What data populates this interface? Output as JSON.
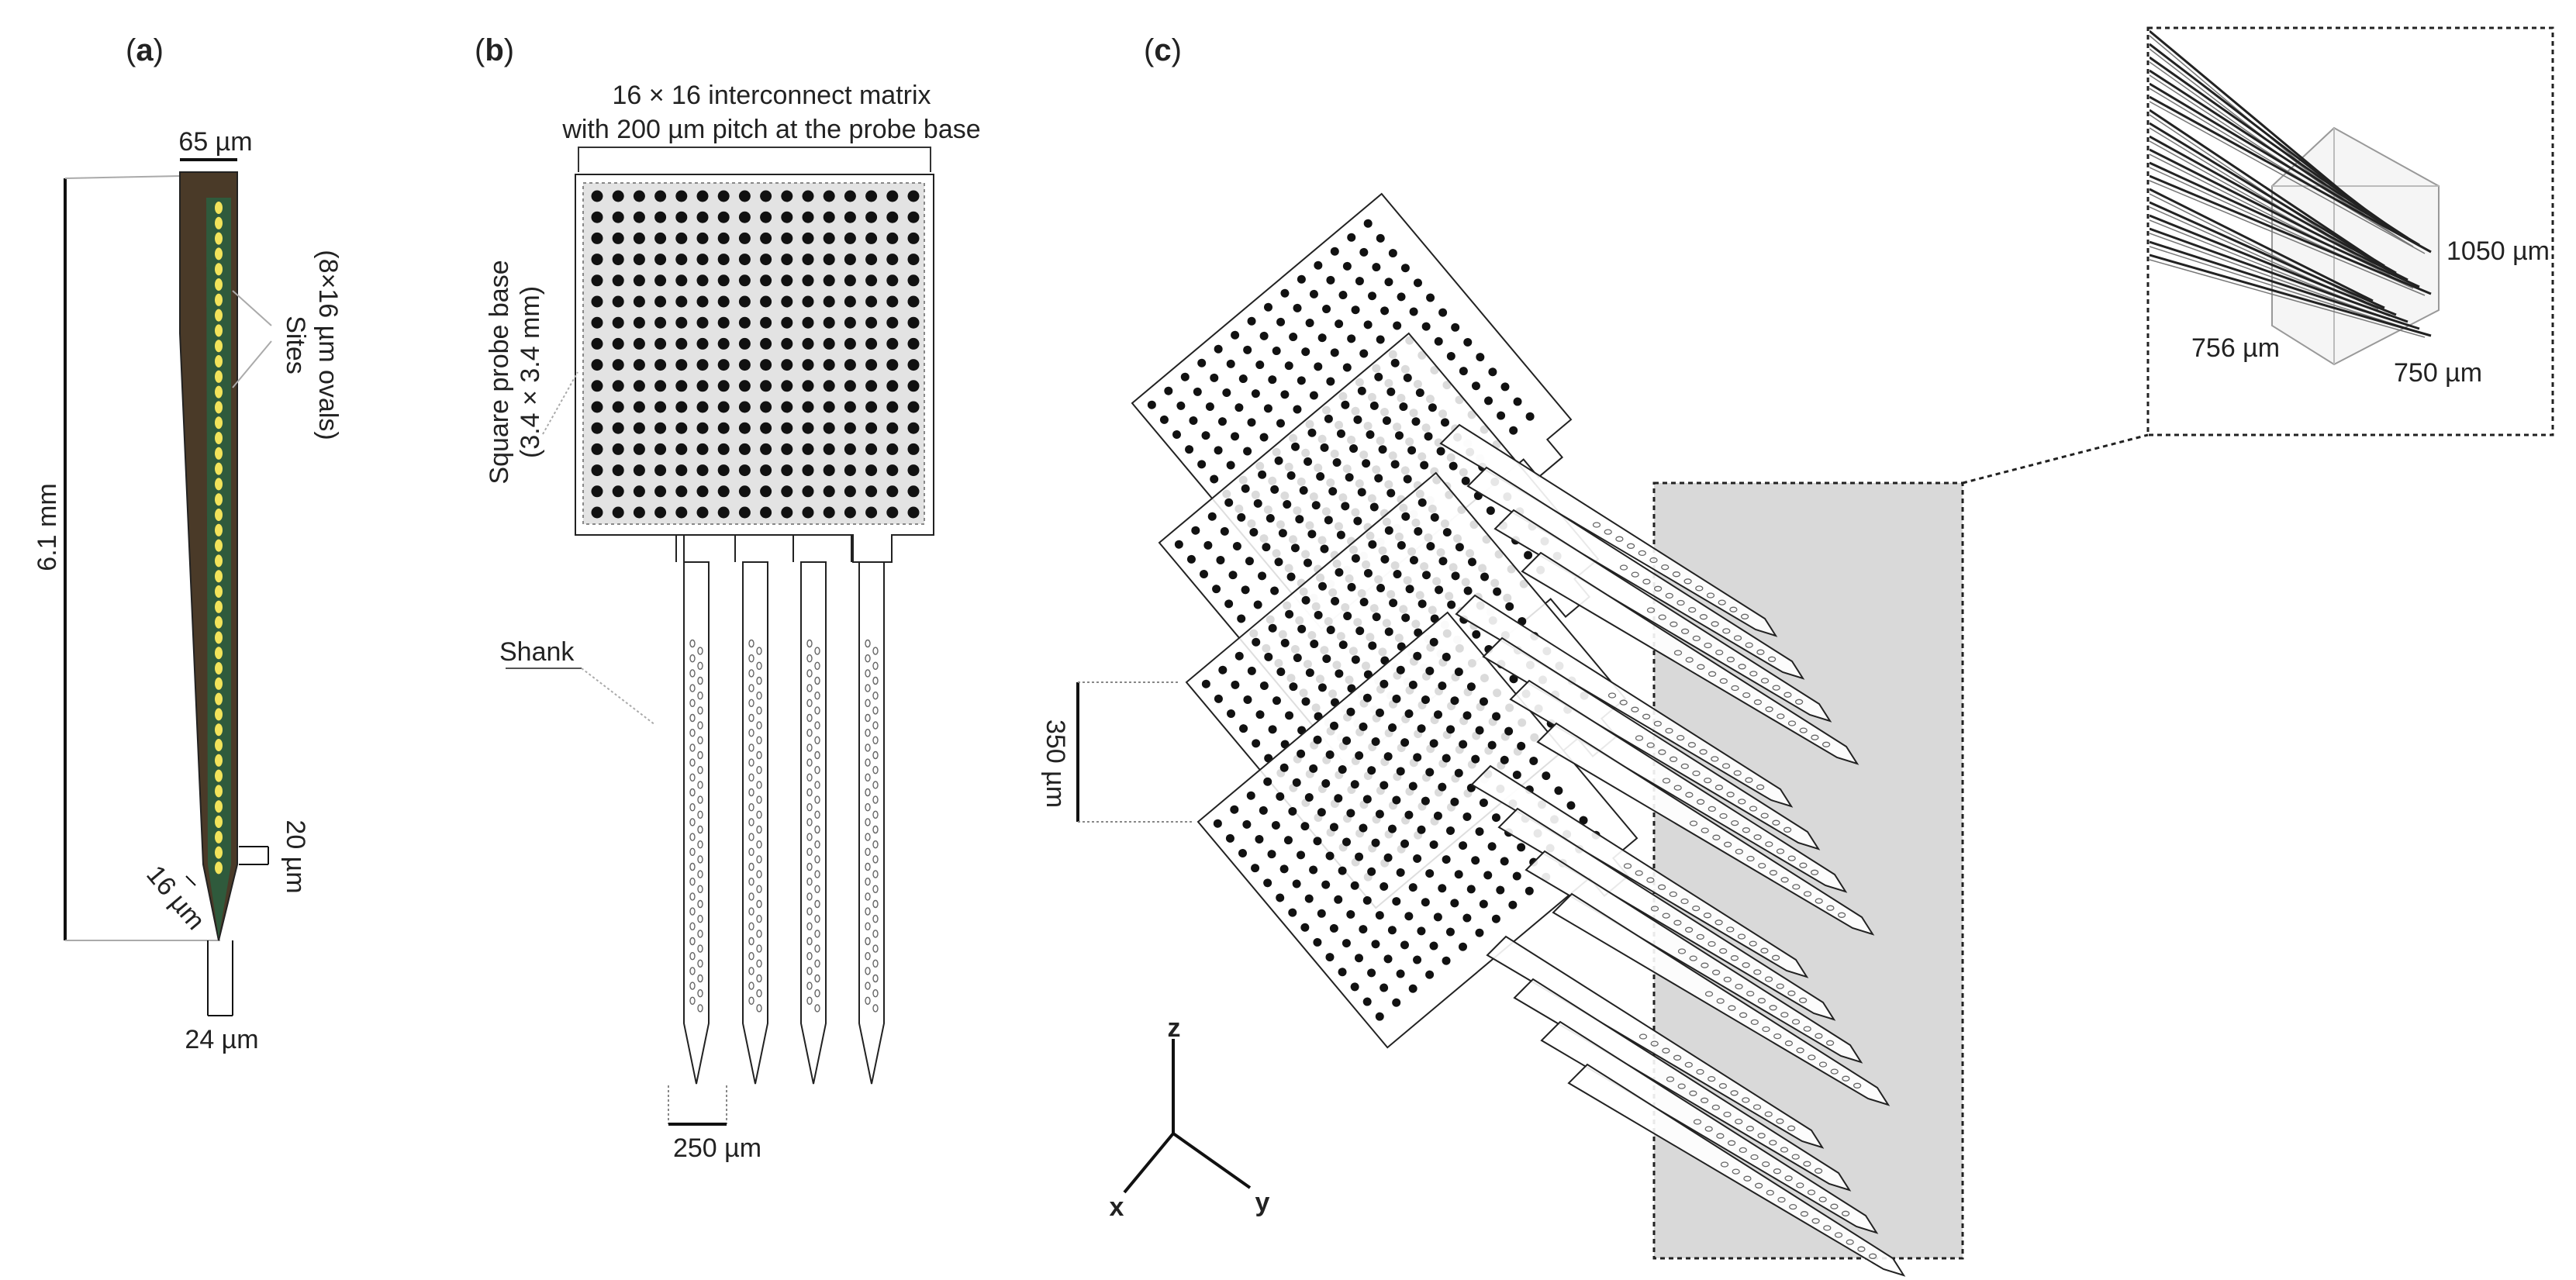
{
  "panels": {
    "a": {
      "label_open": "(",
      "letter": "a",
      "label_close": ")",
      "width_top": "65 µm",
      "length": "6.1 mm",
      "sites_line1": "Sites",
      "sites_line2": "(8×16 µm ovals)",
      "site_gap": "20 µm",
      "site_width": "16 µm",
      "tip_width": "24 µm"
    },
    "b": {
      "label_open": "(",
      "letter": "b",
      "label_close": ")",
      "title_line1": "16 × 16 interconnect matrix",
      "title_line2": "with 200 µm pitch at the probe base",
      "base_line1": "Square probe base",
      "base_line2": "(3.4 × 3.4 mm)",
      "shank": "Shank",
      "pitch": "250 µm"
    },
    "c": {
      "label_open": "(",
      "letter": "c",
      "label_close": ")",
      "spacing": "350 µm",
      "inset_height": "1050 µm",
      "inset_depth": "756 µm",
      "inset_width": "750 µm",
      "axes": {
        "z": "z",
        "x": "x",
        "y": "y"
      }
    }
  },
  "colors": {
    "shank_brown": "#4a3a28",
    "shank_green": "#2f5a3c",
    "site_yellow": "#f2e35a",
    "highlight_gray": "#d9d9d9",
    "line": "#222222"
  },
  "icons": [
    "axis-triad-icon"
  ]
}
